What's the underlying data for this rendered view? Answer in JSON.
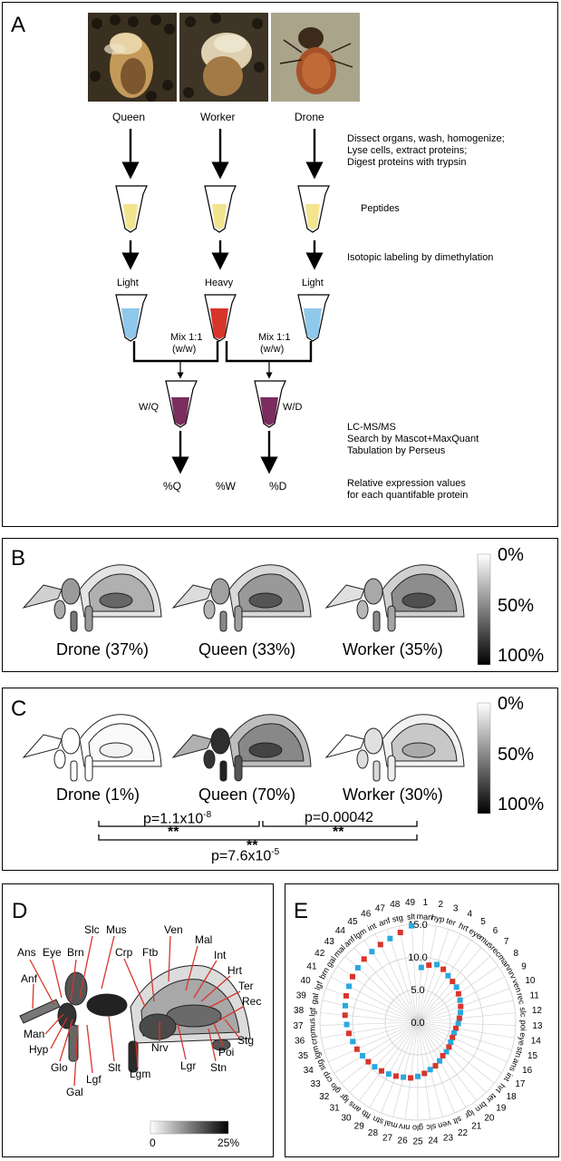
{
  "panel_a": {
    "label": "A",
    "castes": [
      "Queen",
      "Worker",
      "Drone"
    ],
    "steps": {
      "dissect": [
        "Dissect organs, wash, homogenize;",
        "Lyse cells, extract proteins;",
        "Digest proteins with trypsin"
      ],
      "peptides": "Peptides",
      "labeling": "Isotopic labeling by dimethylation",
      "lcms": [
        "LC-MS/MS",
        "Search by Mascot+MaxQuant",
        "Tabulation by Perseus"
      ],
      "relative": [
        "Relative expression values",
        "for each quantifable protein"
      ]
    },
    "labels": [
      "Light",
      "Heavy",
      "Light"
    ],
    "mix": [
      "Mix 1:1",
      "(w/w)"
    ],
    "mix_labels": [
      "W/Q",
      "W/D"
    ],
    "outputs": [
      "%Q",
      "%W",
      "%D"
    ],
    "colors": {
      "light": "#8ec8ea",
      "heavy": "#d8352b",
      "mixed": "#7a2d5e",
      "peptide": "#f3e48e"
    }
  },
  "panel_b": {
    "label": "B",
    "captions": [
      "Drone (37%)",
      "Queen (33%)",
      "Worker (35%)"
    ],
    "scale": [
      "0%",
      "50%",
      "100%"
    ]
  },
  "panel_c": {
    "label": "C",
    "captions": [
      "Drone (1%)",
      "Queen (70%)",
      "Worker (30%)"
    ],
    "scale": [
      "0%",
      "50%",
      "100%"
    ],
    "pvalues": [
      "p=1.1x10",
      "-8",
      "p=0.00042",
      "p=7.6x10",
      "-5"
    ],
    "stars": "**"
  },
  "panel_d": {
    "label": "D",
    "organs": [
      "Ans",
      "Eye",
      "Brn",
      "Slc",
      "Mus",
      "Ven",
      "Anf",
      "Crp",
      "Ftb",
      "Mal",
      "Int",
      "Hrt",
      "Ter",
      "Rec",
      "Man",
      "Hyp",
      "Glo",
      "Gal",
      "Lgf",
      "Slt",
      "Lgm",
      "Nrv",
      "Lgr",
      "Stn",
      "Poi",
      "Stg"
    ],
    "scale": [
      "0",
      "25%"
    ]
  },
  "panel_e": {
    "label": "E",
    "ring_numbers": [
      "1",
      "2",
      "3",
      "4",
      "5",
      "6",
      "7",
      "8",
      "9",
      "10",
      "11",
      "12",
      "13",
      "14",
      "15",
      "16",
      "17",
      "18",
      "19",
      "20",
      "21",
      "22",
      "23",
      "24",
      "25",
      "26",
      "27",
      "28",
      "29",
      "30",
      "31",
      "32",
      "33",
      "34",
      "35",
      "36",
      "37",
      "38",
      "39",
      "40",
      "41",
      "42",
      "43",
      "44",
      "45",
      "46",
      "47",
      "48",
      "49"
    ],
    "tissues": [
      "man",
      "hyp",
      "ter",
      "hrt",
      "eye",
      "mus",
      "rec",
      "man",
      "nrv",
      "ven",
      "rec",
      "slc",
      "poi",
      "eye",
      "stn",
      "ans",
      "int",
      "hrt",
      "ter",
      "brn",
      "lgr",
      "slt",
      "ven",
      "slc",
      "glo",
      "nrv",
      "mal",
      "stn",
      "ftb",
      "ans",
      "lgr",
      "glo",
      "crp",
      "stg",
      "lgm",
      "crp",
      "mus",
      "lgf",
      "gal",
      "lgf",
      "brn",
      "gal",
      "mal",
      "anf",
      "lgm",
      "int",
      "anf",
      "stg",
      "slt"
    ],
    "axis": [
      "0.0",
      "5.0",
      "10.0",
      "15.0"
    ],
    "colors": {
      "blue": "#29a8e0",
      "red": "#d8352b"
    }
  },
  "chart_data": {
    "type": "scatter",
    "title": "",
    "rlim": [
      0,
      15
    ],
    "series": [
      {
        "values": [
          8.4,
          8.9,
          9.3,
          9.0,
          8.5,
          8.2,
          8.0,
          7.6,
          7.3,
          7.0,
          6.7,
          6.4,
          6.2,
          5.9,
          5.8,
          5.8,
          5.9,
          6.1,
          6.3,
          6.4,
          6.8,
          7.2,
          7.5,
          7.9,
          8.3,
          8.6,
          8.7,
          8.9,
          9.1,
          9.3,
          9.5,
          9.7,
          9.9,
          10.2,
          10.4,
          10.7,
          10.9,
          11.2,
          11.4,
          11.7,
          11.9,
          12.2,
          12.4,
          12.7,
          12.9,
          13.2,
          13.5,
          14.0,
          14.8
        ]
      }
    ]
  }
}
